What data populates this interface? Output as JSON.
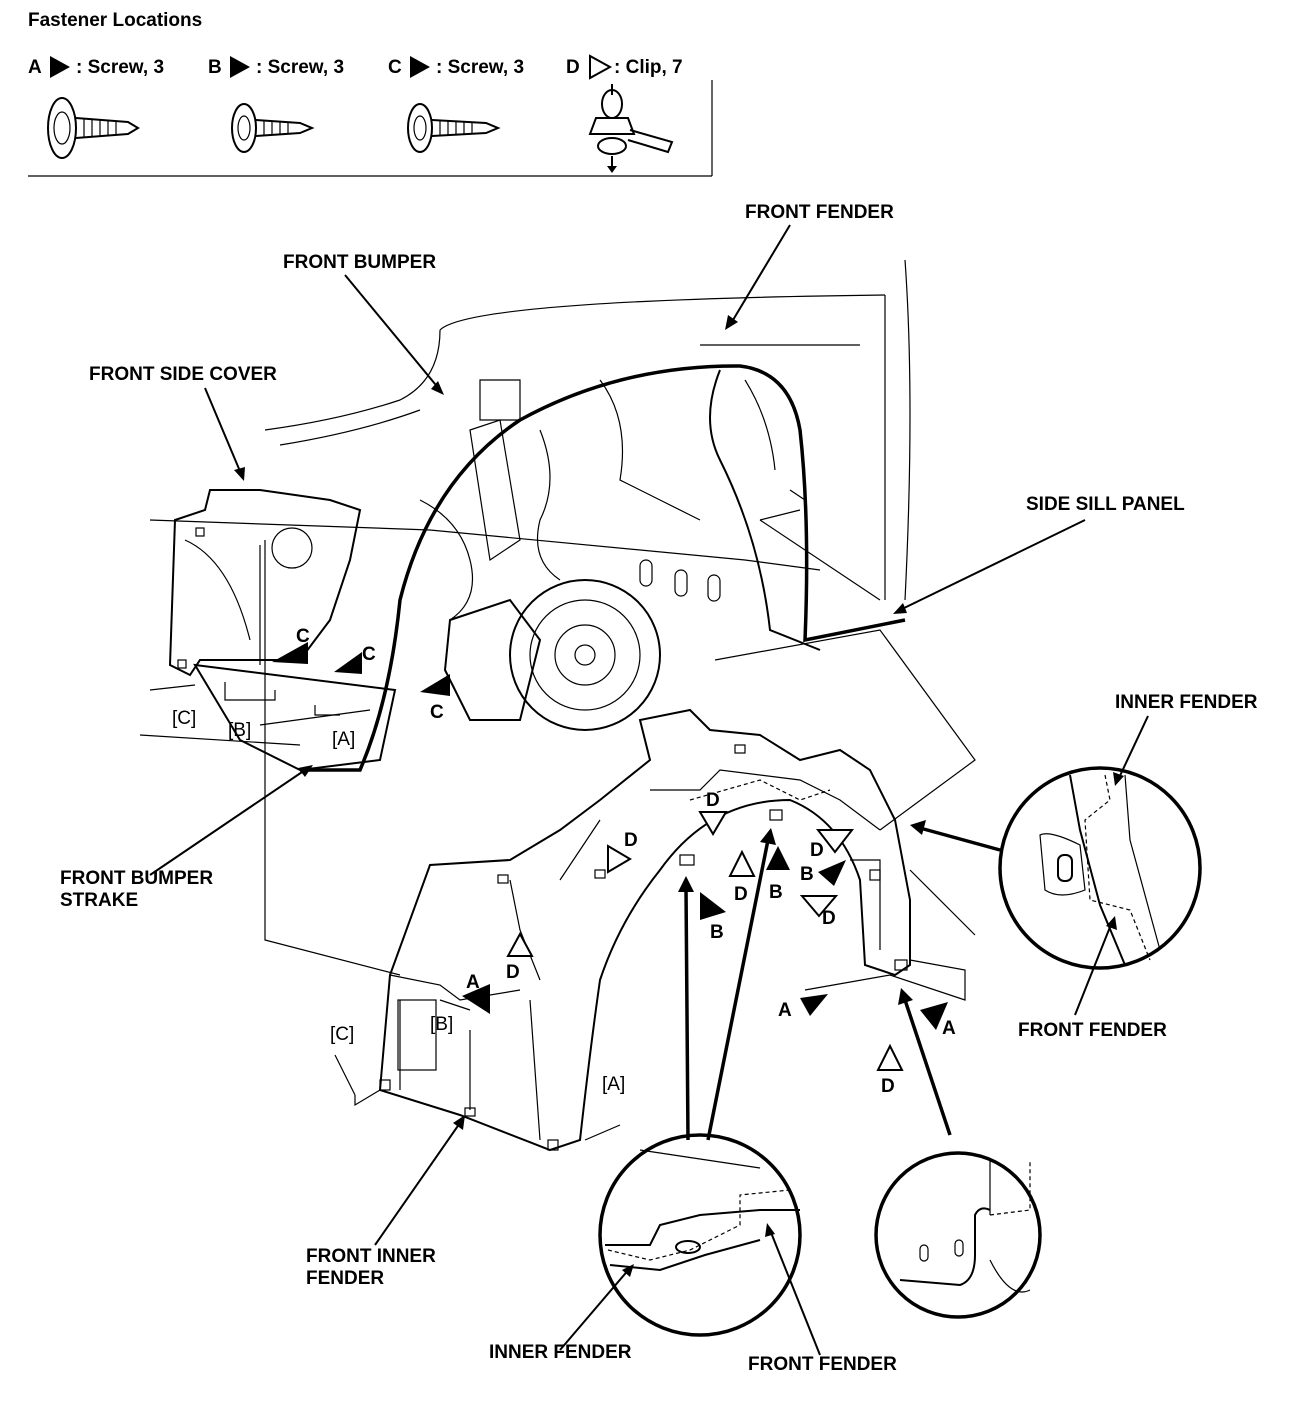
{
  "legend": {
    "title": "Fastener Locations",
    "items": [
      {
        "letter": "A",
        "marker": "filled",
        "text": ": Screw, 3"
      },
      {
        "letter": "B",
        "marker": "filled",
        "text": ": Screw, 3"
      },
      {
        "letter": "C",
        "marker": "filled",
        "text": ": Screw, 3"
      },
      {
        "letter": "D",
        "marker": "open",
        "text": ": Clip, 7"
      }
    ]
  },
  "labels": {
    "front_fender_top": "FRONT FENDER",
    "front_bumper": "FRONT BUMPER",
    "front_side_cover": "FRONT SIDE COVER",
    "side_sill_panel": "SIDE SILL PANEL",
    "inner_fender_right": "INNER FENDER",
    "front_fender_right": "FRONT FENDER",
    "front_bumper_strake_1": "FRONT BUMPER",
    "front_bumper_strake_2": "STRAKE",
    "front_inner_fender_1": "FRONT INNER",
    "front_inner_fender_2": "FENDER",
    "inner_fender_bottom": "INNER FENDER",
    "front_fender_bottom": "FRONT FENDER"
  },
  "markers": {
    "A": "A",
    "B": "B",
    "C": "C",
    "D": "D",
    "bracket_A": "[A]",
    "bracket_B": "[B]",
    "bracket_C": "[C]"
  }
}
